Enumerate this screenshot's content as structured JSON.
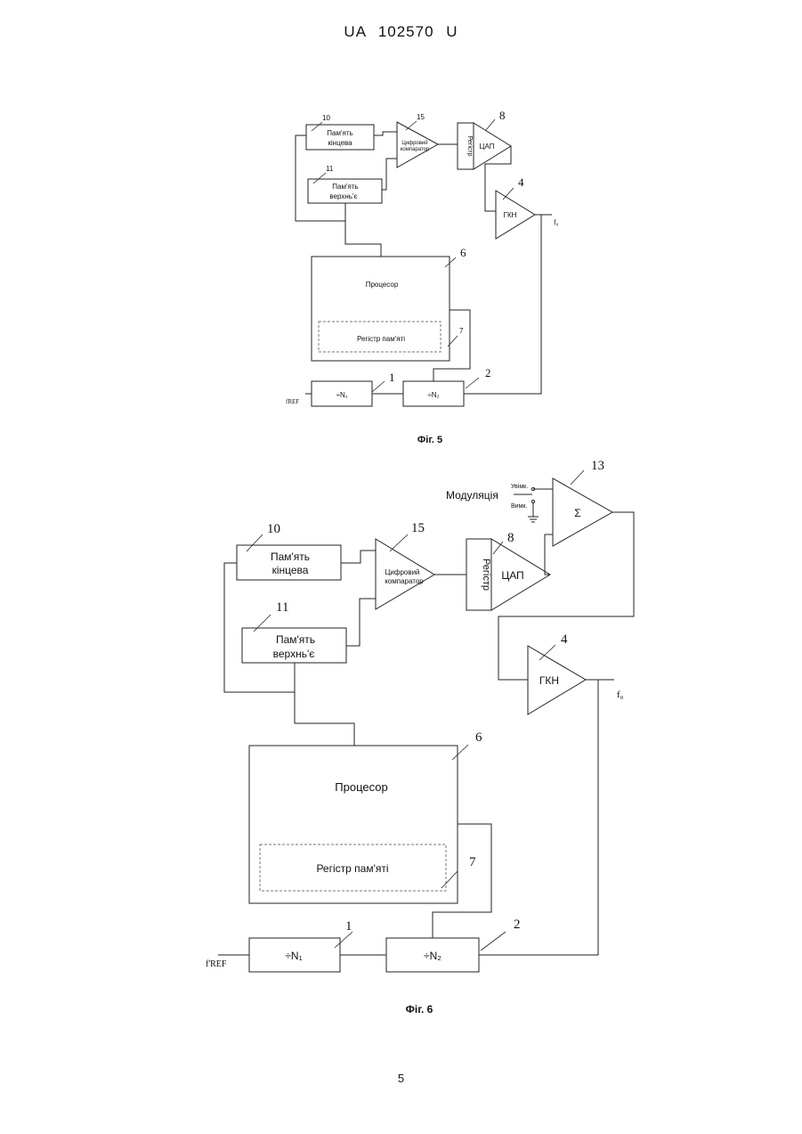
{
  "header": {
    "doc_id": "UA   102570   U"
  },
  "footer": {
    "page_number": "5"
  },
  "fig5": {
    "caption": "Фіг. 5",
    "mem_final_l1": "Пам'ять",
    "mem_final_l2": "кінцева",
    "mem_top_l1": "Пам'ять",
    "mem_top_l2": "верхнь'є",
    "comparator_l1": "Цифровий",
    "comparator_l2": "компаратор",
    "register": "Регістр",
    "dac": "ЦАП",
    "vco": "ГКН",
    "processor": "Процесор",
    "mem_register": "Регістр пам'яті",
    "div1": "÷N₁",
    "div2": "÷N₂",
    "fref": "fREF",
    "fout": "f₀",
    "ref_labels": {
      "r10": "10",
      "r11": "11",
      "r15": "15",
      "r8": "8",
      "r4": "4",
      "r6": "6",
      "r7": "7",
      "r1": "1",
      "r2": "2"
    }
  },
  "fig6": {
    "caption": "Фіг. 6",
    "modulation": "Модуляція",
    "switch_on": "Увімк.",
    "switch_off": "Вимк.",
    "summer": "Σ",
    "mem_final_l1": "Пам'ять",
    "mem_final_l2": "кінцева",
    "mem_top_l1": "Пам'ять",
    "mem_top_l2": "верхнь'є",
    "comparator_l1": "Цифровий",
    "comparator_l2": "компаратор",
    "register": "Регістр",
    "dac": "ЦАП",
    "vco": "ГКН",
    "processor": "Процесор",
    "mem_register": "Регістр пам'яті",
    "div1": "÷N₁",
    "div2": "÷N₂",
    "fref": "f'REF",
    "fout": "f₀",
    "ref_labels": {
      "r13": "13",
      "r10": "10",
      "r15": "15",
      "r8": "8",
      "r11": "11",
      "r4": "4",
      "r6": "6",
      "r7": "7",
      "r1": "1",
      "r2": "2"
    }
  }
}
